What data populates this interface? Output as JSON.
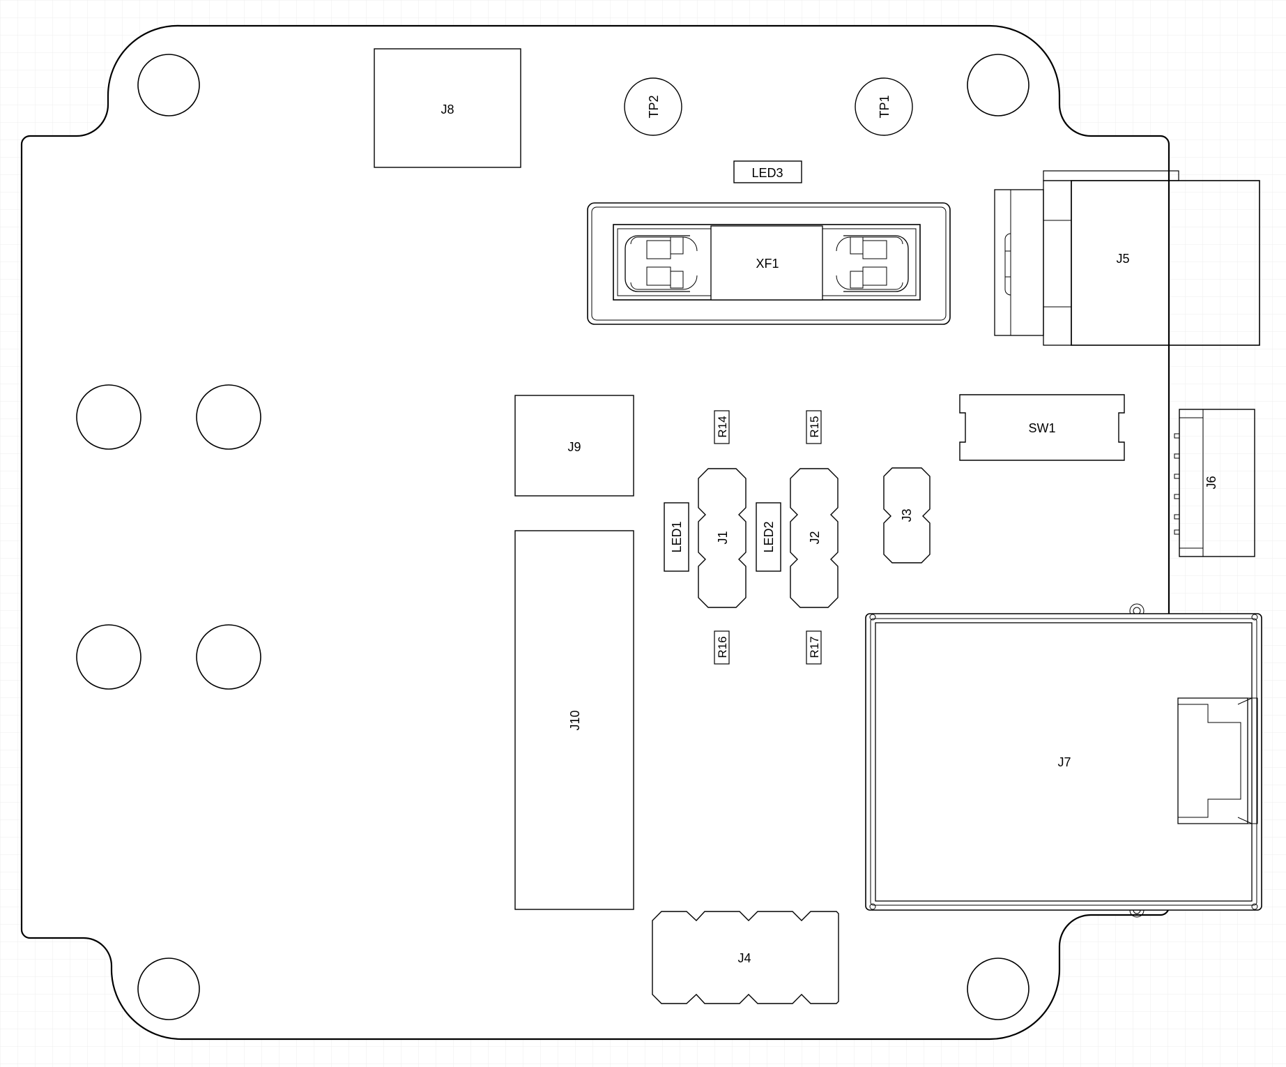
{
  "colors": {
    "background": "#ffffff",
    "grid": "#eeeeee",
    "line": "#000000"
  },
  "labels": {
    "j8": "J8",
    "tp2": "TP2",
    "tp1": "TP1",
    "led3": "LED3",
    "xf1": "XF1",
    "j5": "J5",
    "j9": "J9",
    "r14": "R14",
    "r15": "R15",
    "sw1": "SW1",
    "j6": "J6",
    "led1": "LED1",
    "j1": "J1",
    "led2": "LED2",
    "j2": "J2",
    "j3": "J3",
    "r16": "R16",
    "r17": "R17",
    "j10": "J10",
    "j7": "J7",
    "j4": "J4"
  }
}
